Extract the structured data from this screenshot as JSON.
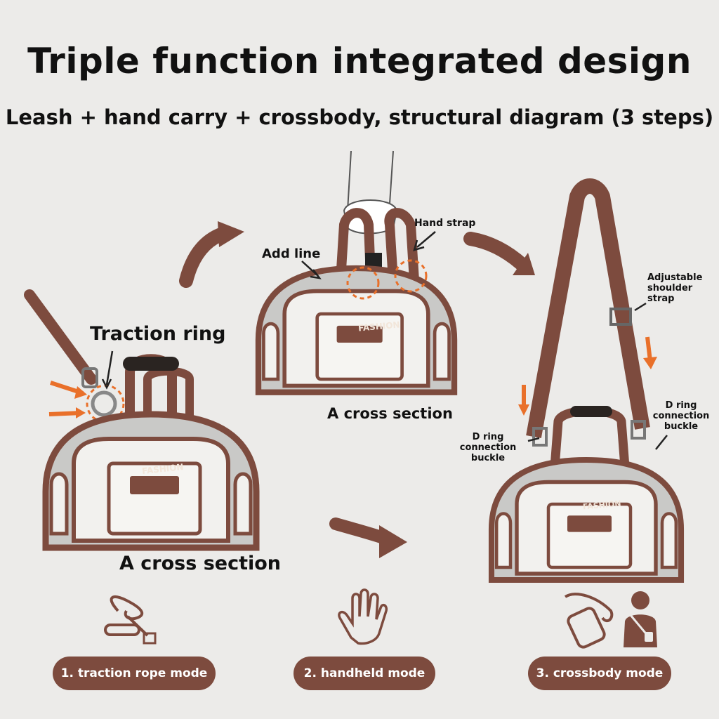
{
  "title": "Triple function integrated design",
  "subtitle": "Leash + hand carry + crossbody, structural diagram (3 steps)",
  "labels": {
    "traction_ring": "Traction ring",
    "add_line": "Add line",
    "hand_strap": "Hand strap",
    "adjustable_strap": "Adjustable shoulder strap",
    "cross_section_1": "A cross section",
    "cross_section_2": "A cross section",
    "d_ring_left": "D ring connection buckle",
    "d_ring_right": "D ring connection buckle"
  },
  "bag_patch_text": "FASHION",
  "modes": [
    {
      "label": "1. traction rope mode",
      "icon": "leash-icon"
    },
    {
      "label": "2. handheld mode",
      "icon": "hand-icon"
    },
    {
      "label": "3. crossbody mode",
      "icon": "crossbody-icon"
    }
  ],
  "colors": {
    "brown": "#7d4b3e",
    "dark_brown": "#5a3328",
    "orange_accent": "#e9702a",
    "panel": "#c9c9c7",
    "bag_body": "#f2f1ee",
    "background": "#ecebe9"
  }
}
